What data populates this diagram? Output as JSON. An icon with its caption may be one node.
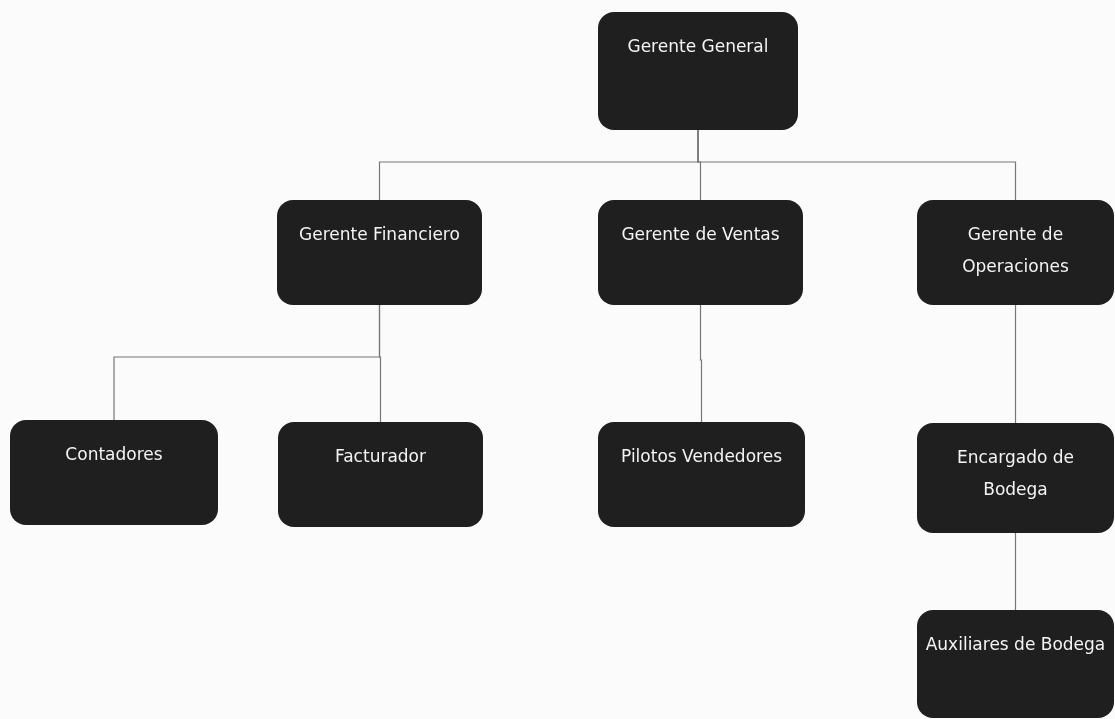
{
  "diagram": {
    "nodes": [
      {
        "text": [
          "Gerente General"
        ]
      },
      {
        "text": [
          "Gerente Financiero"
        ]
      },
      {
        "text": [
          "Gerente de Ventas"
        ]
      },
      {
        "text": [
          "Gerente de Operaciones"
        ]
      },
      {
        "text": [
          "Contadores"
        ]
      },
      {
        "text": [
          "Facturador"
        ]
      },
      {
        "text": [
          "Pilotos Vendedores"
        ]
      },
      {
        "text": [
          "Encargado de Bodega"
        ]
      },
      {
        "text": [
          "Auxiliares de Bodega"
        ]
      }
    ],
    "edges": [
      {
        "from": 0,
        "to": 1,
        "arrow": "none"
      },
      {
        "from": 0,
        "to": 2,
        "arrow": "none"
      },
      {
        "from": 0,
        "to": 3,
        "arrow": "none"
      },
      {
        "from": 1,
        "to": 4,
        "arrow": "none"
      },
      {
        "from": 1,
        "to": 5,
        "arrow": "none"
      },
      {
        "from": 2,
        "to": 6,
        "arrow": "none"
      },
      {
        "from": 3,
        "to": 7,
        "arrow": "none"
      },
      {
        "from": 7,
        "to": 8,
        "arrow": "none"
      }
    ]
  }
}
